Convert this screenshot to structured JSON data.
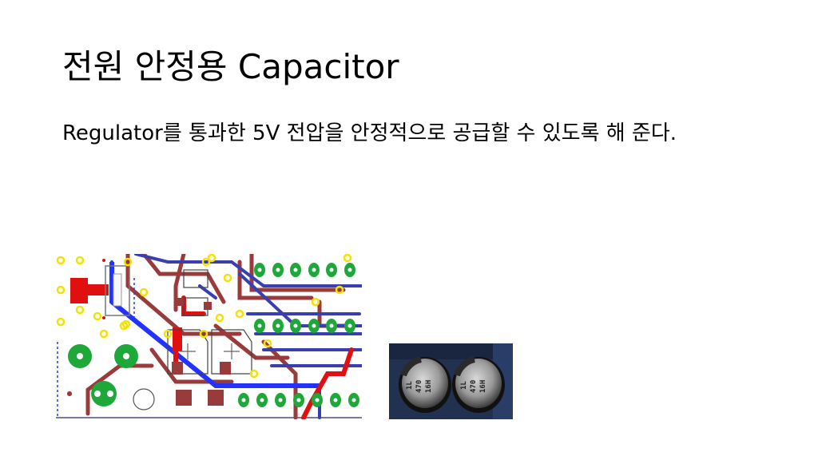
{
  "slide": {
    "title": "전원 안정용 Capacitor",
    "body": "Regulator를 통과한 5V 전압을 안정적으로 공급할 수 있도록 해 준다."
  },
  "images": {
    "pcb_layout": {
      "kind": "pcb-layout-image"
    },
    "capacitor_photo": {
      "kind": "capacitor-photo",
      "marking_lines": [
        "1L",
        "470",
        "16H"
      ]
    }
  },
  "colors": {
    "trace_blue": "#3a3fb0",
    "trace_red": "#e01010",
    "trace_brown": "#9a3b3b",
    "pad_green": "#1fa83a",
    "pad_yellow": "#f4e200"
  }
}
